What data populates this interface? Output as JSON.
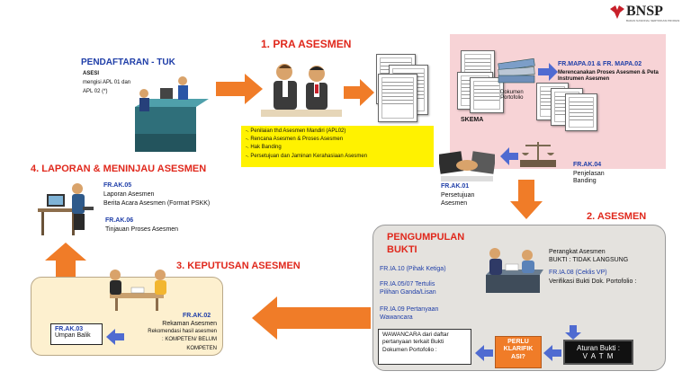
{
  "logo": {
    "text": "BNSP",
    "subtext": "BADAN NASIONAL SERTIFIKASI PROFESI"
  },
  "pendaftaran": {
    "title": "PENDAFTARAN - TUK",
    "line1": "ASESI",
    "line2": "mengisi APL 01 dan",
    "line3": "APL 02 (*)"
  },
  "pra_asesmen": {
    "title": "1. PRA ASESMEN",
    "items": [
      "-. Penilaian thd Asesmen Mandiri (APL02)",
      "-. Rencana Asesmen & Proses Asesmen",
      "-. Hak Banding",
      "-. Persetujuan dan Jaminan Kerahasiaan Asesmen"
    ]
  },
  "skema": {
    "label": "SKEMA",
    "dokumen": "Dokumen\nPortofolio"
  },
  "mapa": {
    "code": "FR.MAPA.01 & FR. MAPA.02",
    "desc": "Merencanakan Proses Asesmen & Peta Instrumen Asesmen"
  },
  "ak04": {
    "code": "FR.AK.04",
    "desc": "Penjelasan\nBanding"
  },
  "ak01": {
    "code": "FR.AK.01",
    "desc": "Persetujuan\nAsesmen"
  },
  "laporan": {
    "title": "4. LAPORAN & MENINJAU ASESMEN",
    "ak05_code": "FR.AK.05",
    "ak05_l1": "Laporan Asesmen",
    "ak05_l2": "Berita Acara Asesmen (Format PSKK)",
    "ak06_code": "FR.AK.06",
    "ak06_l1": "Tinjauan Proses Asesmen"
  },
  "asesmen": {
    "title": "2. ASESMEN",
    "pengumpulan": "PENGUMPULAN\nBUKTI",
    "ia10": "FR.IA.10 (Pihak Ketiga)",
    "ia0507": "FR.IA.05/07 Tertulis\nPilihan Ganda/Lisan",
    "ia09_code": "FR.IA.09 Pertanyaan",
    "ia09_desc": "Wawancara",
    "perangkat": "Perangkat Asesmen\nBUKTI : TIDAK LANGSUNG",
    "ia08_code": "FR.IA.08 (Ceklis VP)",
    "ia08_desc": "Verifikasi Bukti Dok. Portofolio :",
    "wawancara": "WAWANCARA dari daftar pertanyaan terkait Bukti Dokumen Portofolio :",
    "perlu": "PERLU\nKLARIFIK\nASI?",
    "aturan_l1": "Aturan Bukti :",
    "aturan_l2": "V A T M"
  },
  "keputusan": {
    "title": "3. KEPUTUSAN ASESMEN",
    "ak02_code": "FR.AK.02",
    "ak02_l1": "Rekaman Asesmen",
    "ak02_l2": "Rekomendasi hasil asesmen",
    "ak02_l3": ": KOMPETEN/ BELUM",
    "ak02_l4": "KOMPETEN",
    "ak03_code": "FR.AK.03",
    "ak03_desc": "Umpan Balik"
  },
  "colors": {
    "red": "#e0281c",
    "blue": "#1f3ea8",
    "orange": "#f07c28",
    "yellow": "#fff200",
    "pink": "#f7d3d6",
    "grey_panel": "#e4e2de",
    "cream": "#fdf0cf"
  }
}
